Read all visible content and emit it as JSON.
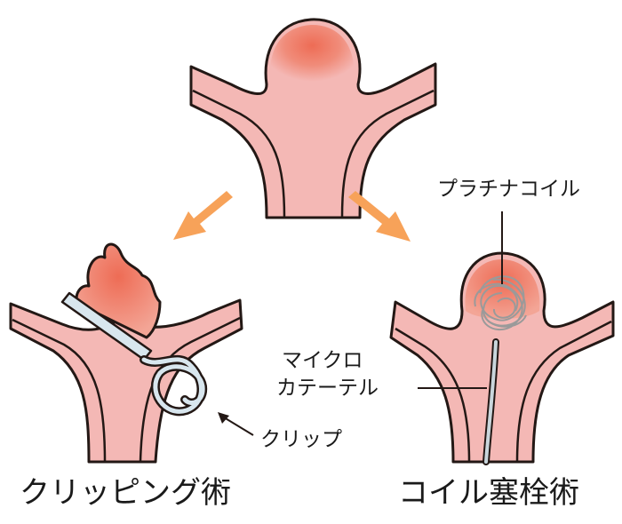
{
  "labels": {
    "platinum_coil": "プラチナコイル",
    "micro_catheter_line1": "マイクロ",
    "micro_catheter_line2": "カテーテル",
    "clip": "クリップ",
    "clipping_title": "クリッピング術",
    "coil_title": "コイル塞栓術"
  },
  "colors": {
    "vessel_outer": "#231815",
    "vessel_fill": "#f4b8b5",
    "aneurysm_fill": "#ee6c55",
    "arrow": "#f7a259",
    "clip_fill": "#d8e6ee",
    "coil_stroke": "#9a9a9a",
    "catheter_fill": "#c9d6dc"
  }
}
